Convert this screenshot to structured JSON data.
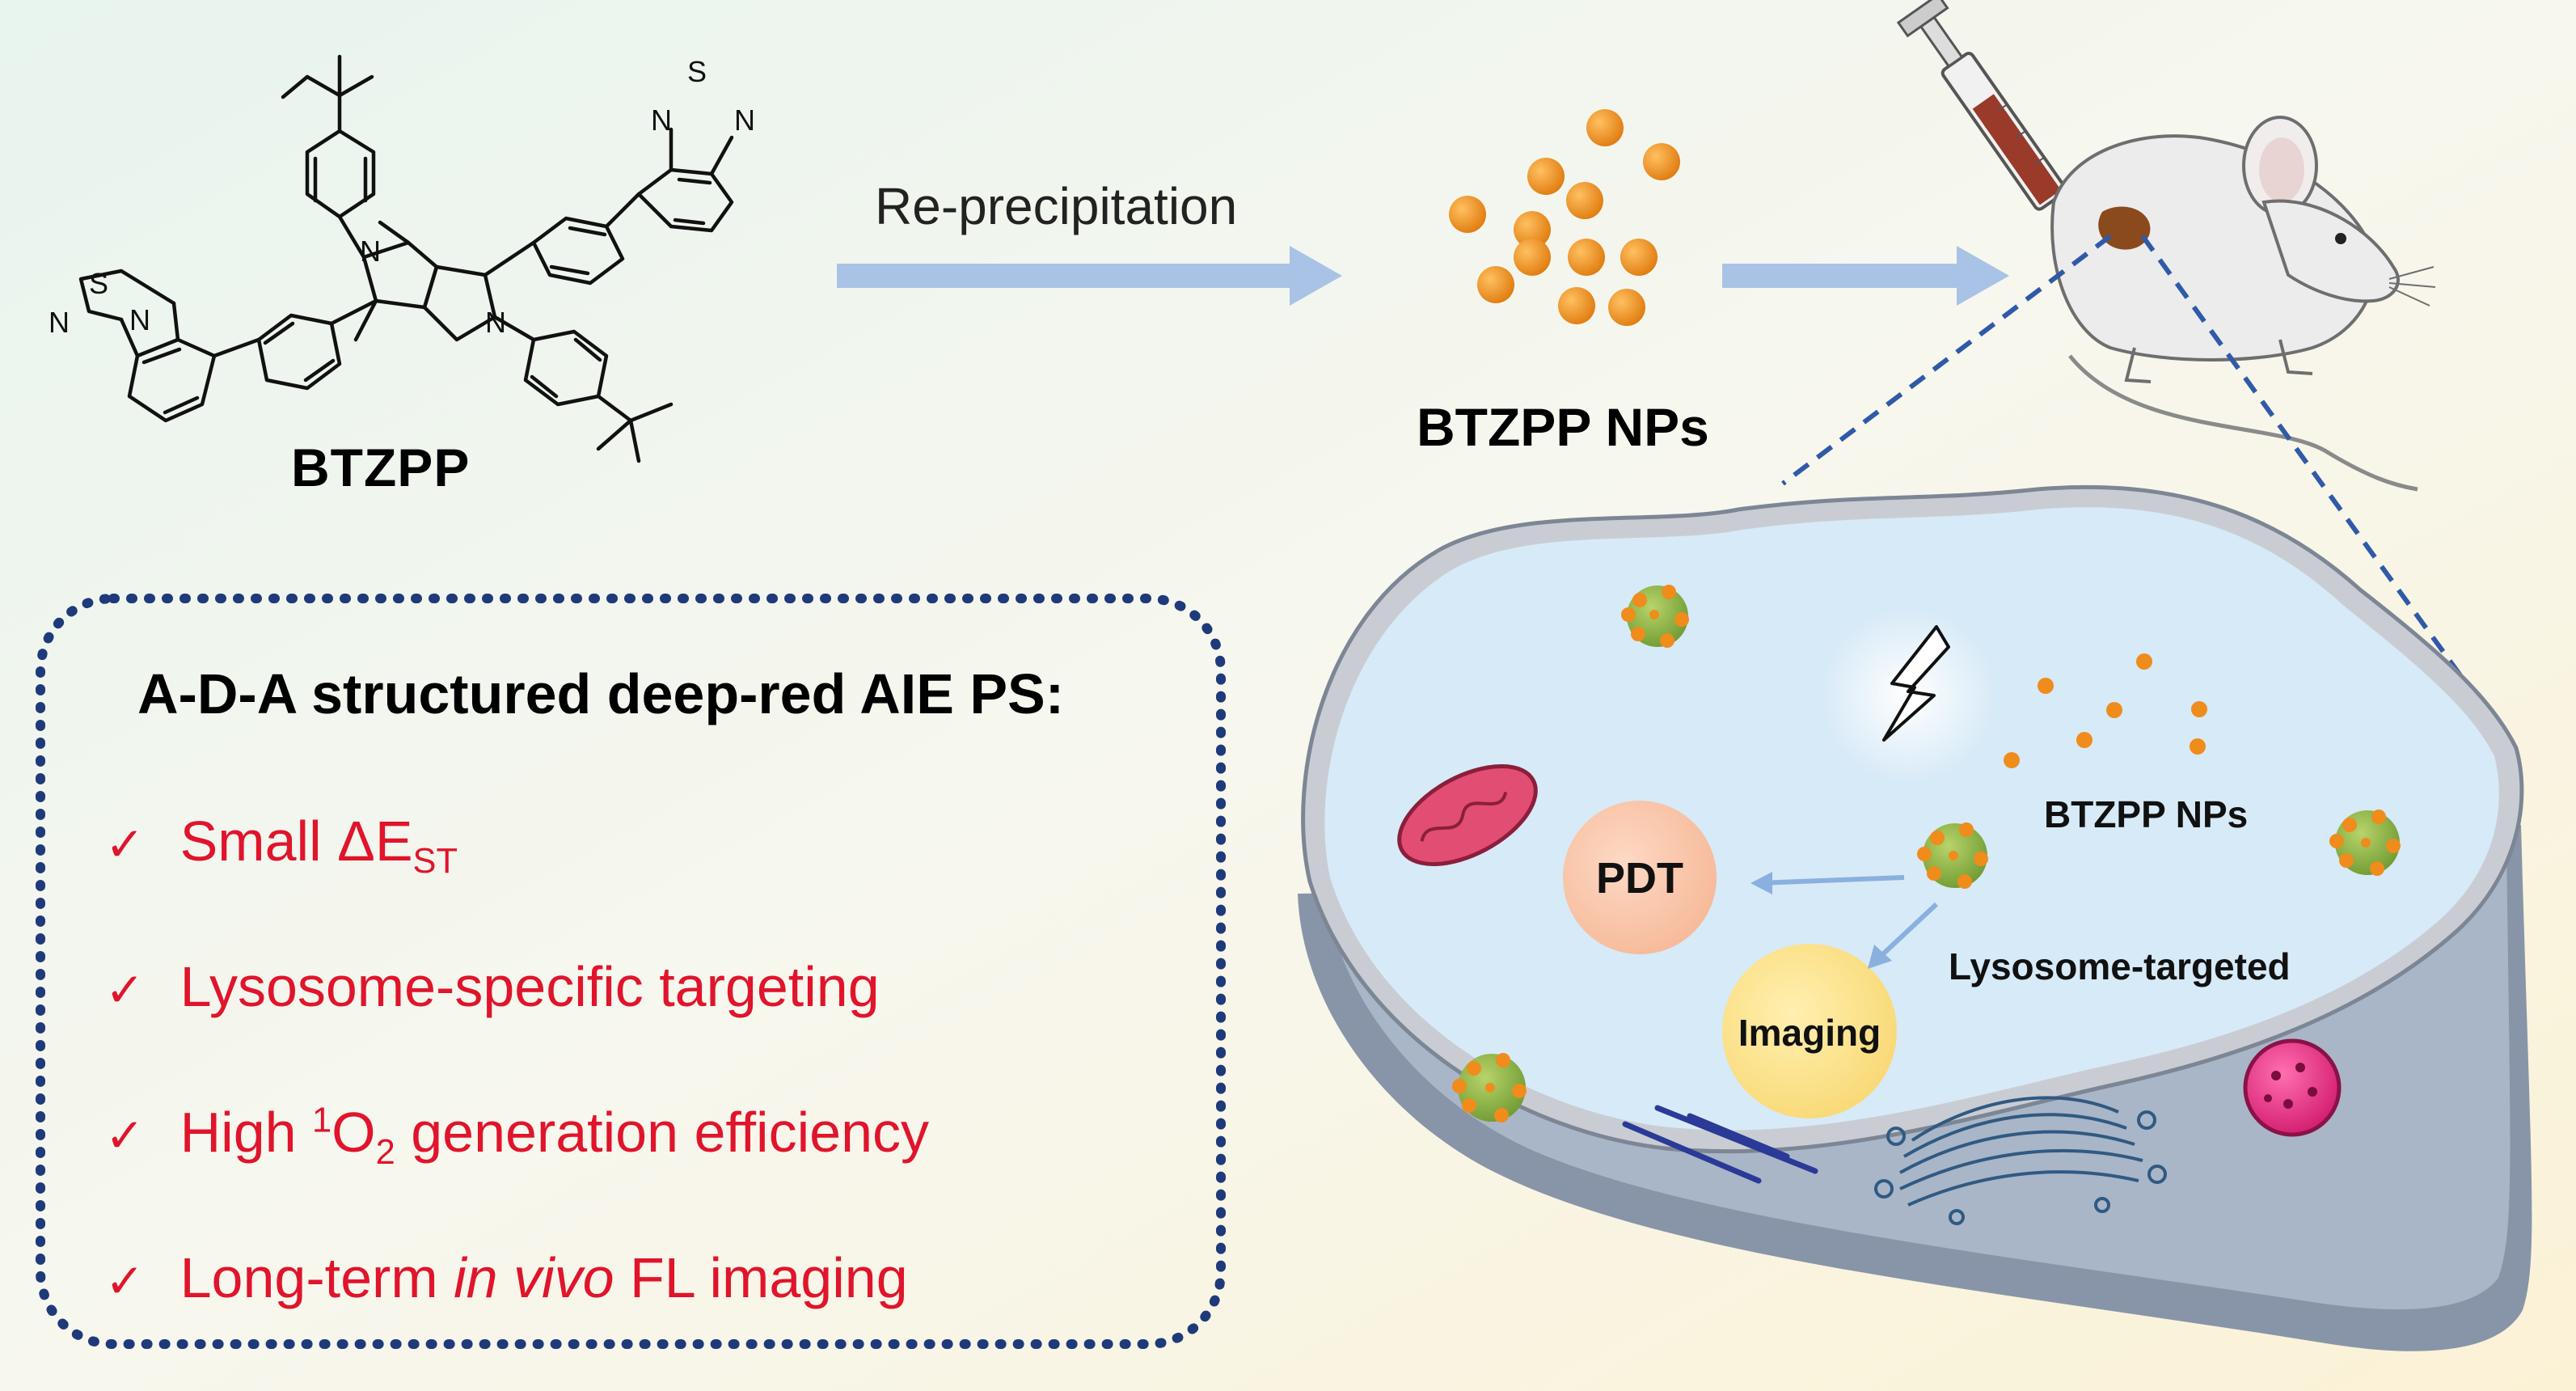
{
  "molecule": {
    "name": "BTZPP",
    "atoms": {
      "sulfur": "S",
      "nitrogen": "N"
    }
  },
  "process": {
    "step1_label": "Re-precipitation",
    "nanoparticle_label": "BTZPP NPs"
  },
  "cell": {
    "nps_label": "BTZPP NPs",
    "targeting_label": "Lysosome-targeted",
    "pdt_label": "PDT",
    "imaging_label": "Imaging"
  },
  "features": {
    "title": "A-D-A structured deep-red AIE PS:",
    "check": "✓",
    "item1": {
      "text": "Small ΔE",
      "sub": "ST"
    },
    "item2": {
      "text": "Lysosome-specific targeting"
    },
    "item3": {
      "pre": "High ",
      "sup": "1",
      "mid": "O",
      "sub": "2",
      "post": " generation efficiency"
    },
    "item4": {
      "pre": "Long-term ",
      "italic": "in vivo",
      "post": " FL imaging"
    }
  },
  "colors": {
    "np_orange": "#ef8c1c",
    "arrow_blue": "#a9c3e6",
    "cell_fill": "#d6eaf8",
    "dotted_border": "#1f3a7a",
    "feature_red": "#e0142b",
    "pdt_circle": "#f9c5a8",
    "imaging_circle": "#fbe08e",
    "mitochondrion": "#e24d73",
    "lysosome_green": "#8db44a",
    "er_line": "#2a3a96"
  },
  "icons": [
    "lightning-icon",
    "syringe-icon",
    "mouse-icon",
    "mitochondrion-icon",
    "golgi-icon",
    "er-icon",
    "lysosome-icon"
  ]
}
